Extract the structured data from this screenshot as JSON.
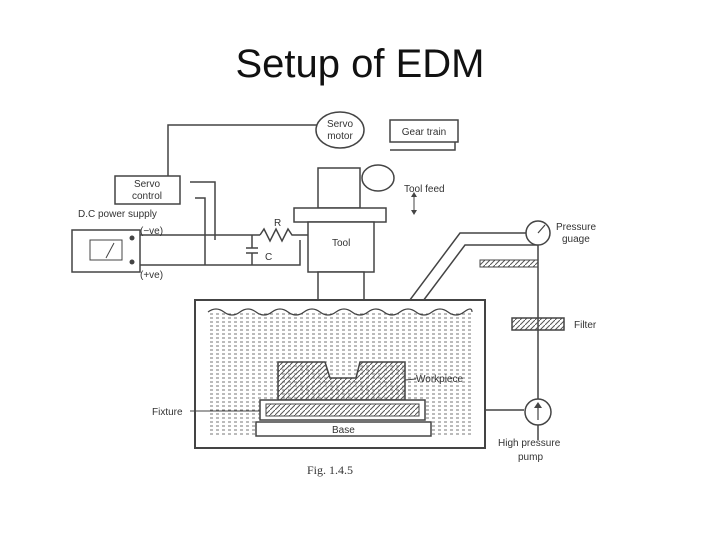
{
  "slide": {
    "title": "Setup of EDM"
  },
  "diagram": {
    "labels": {
      "servo_motor_line1": "Servo",
      "servo_motor_line2": "motor",
      "gear_train": "Gear train",
      "servo_control_line1": "Servo",
      "servo_control_line2": "control",
      "tool_feed": "Tool feed",
      "dc_power_supply": "D.C power supply",
      "neg": "(−ve)",
      "pos": "(+ve)",
      "resistor": "R",
      "capacitor": "C",
      "tool": "Tool",
      "pressure_gauge_line1": "Pressure",
      "pressure_gauge_line2": "guage",
      "filter": "Filter",
      "workpiece": "Workpiece",
      "fixture": "Fixture",
      "base": "Base",
      "pump_line1": "High pressure",
      "pump_line2": "pump"
    },
    "caption": "Fig. 1.4.5",
    "line_color": "#444444",
    "fluid_color": "#666666"
  }
}
